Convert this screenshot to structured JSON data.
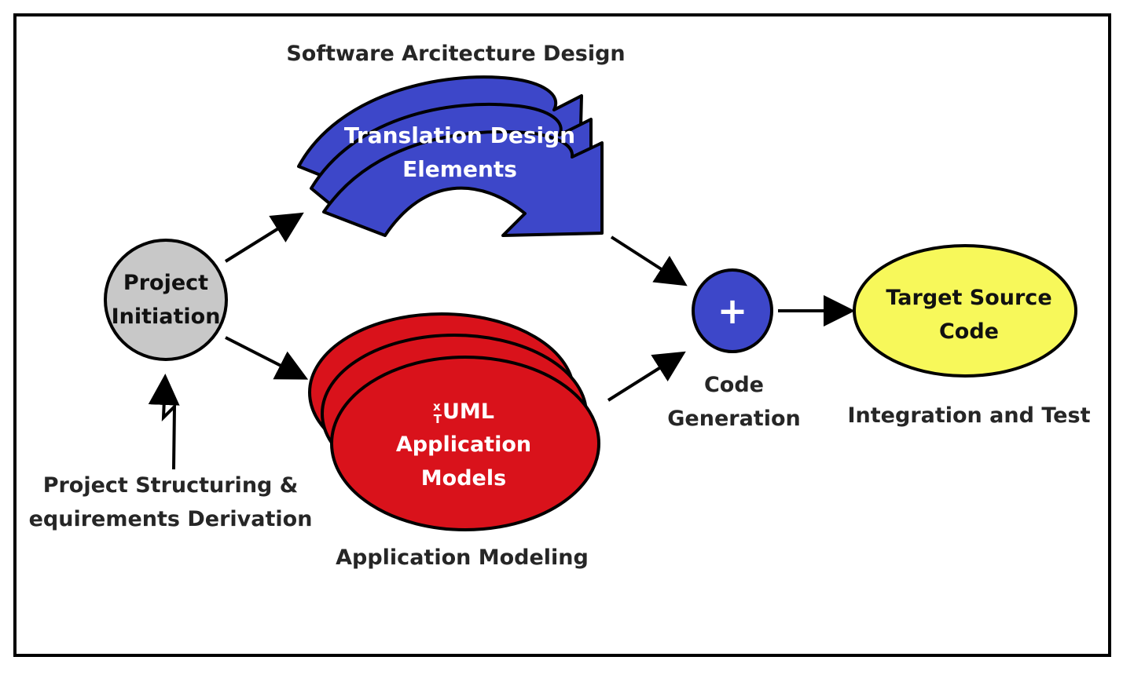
{
  "diagram": {
    "colors": {
      "blue": "#3d47c9",
      "red": "#d9121b",
      "gray": "#c8c8c8",
      "yellow": "#f7f85a",
      "text": "#262626",
      "white": "#ffffff"
    },
    "labels": {
      "software_architecture": "Software Arcitecture Design",
      "translation_line1": "Translation Design",
      "translation_line2": "Elements",
      "project_line1": "Project",
      "project_line2": "Initiation",
      "structuring_line1": "Project Structuring &",
      "structuring_line2": "equirements Derivation",
      "xtuml_sup": "x",
      "xtuml_sub": "T",
      "xtuml_main": "UML",
      "models_line2": "Application",
      "models_line3": "Models",
      "application_modeling": "Application Modeling",
      "plus_symbol": "+",
      "codegen_line1": "Code",
      "codegen_line2": "Generation",
      "target_line1": "Target Source",
      "target_line2": "Code",
      "integration": "Integration and Test"
    }
  }
}
